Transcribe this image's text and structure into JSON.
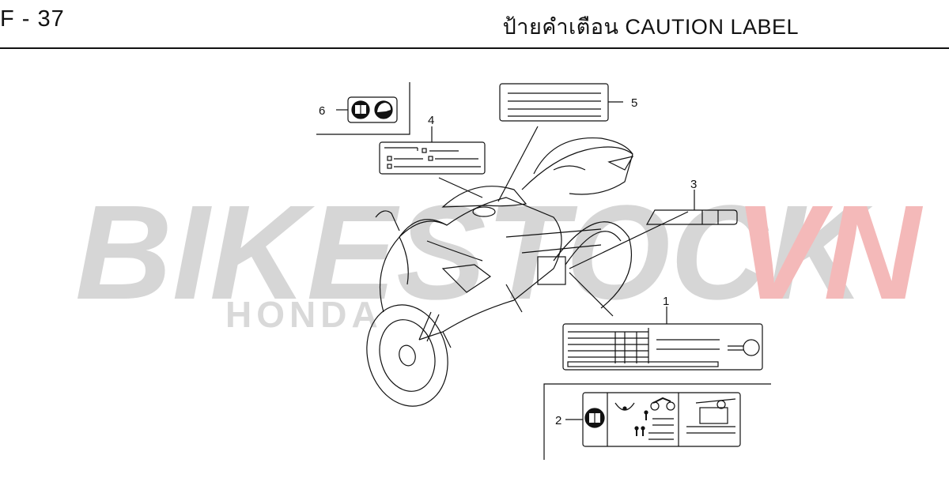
{
  "header": {
    "page_code": "F - 37",
    "title": "ป้ายคำเตือน  CAUTION LABEL"
  },
  "watermark": {
    "brand_main": "BIKESTOCK",
    "brand_suffix": "VN",
    "brand_sub": "HONDA",
    "color_main": "#d6d6d6",
    "color_suffix": "#f4b9b9"
  },
  "callouts": {
    "c1": "1",
    "c2": "2",
    "c3": "3",
    "c4": "4",
    "c5": "5",
    "c6": "6"
  },
  "icons": {
    "manual": "manual-book-icon",
    "helmet": "helmet-icon",
    "tire": "tire-pressure-icon",
    "motorcycle": "motorcycle-icon",
    "rider": "rider-icon",
    "passenger": "passenger-icon"
  }
}
